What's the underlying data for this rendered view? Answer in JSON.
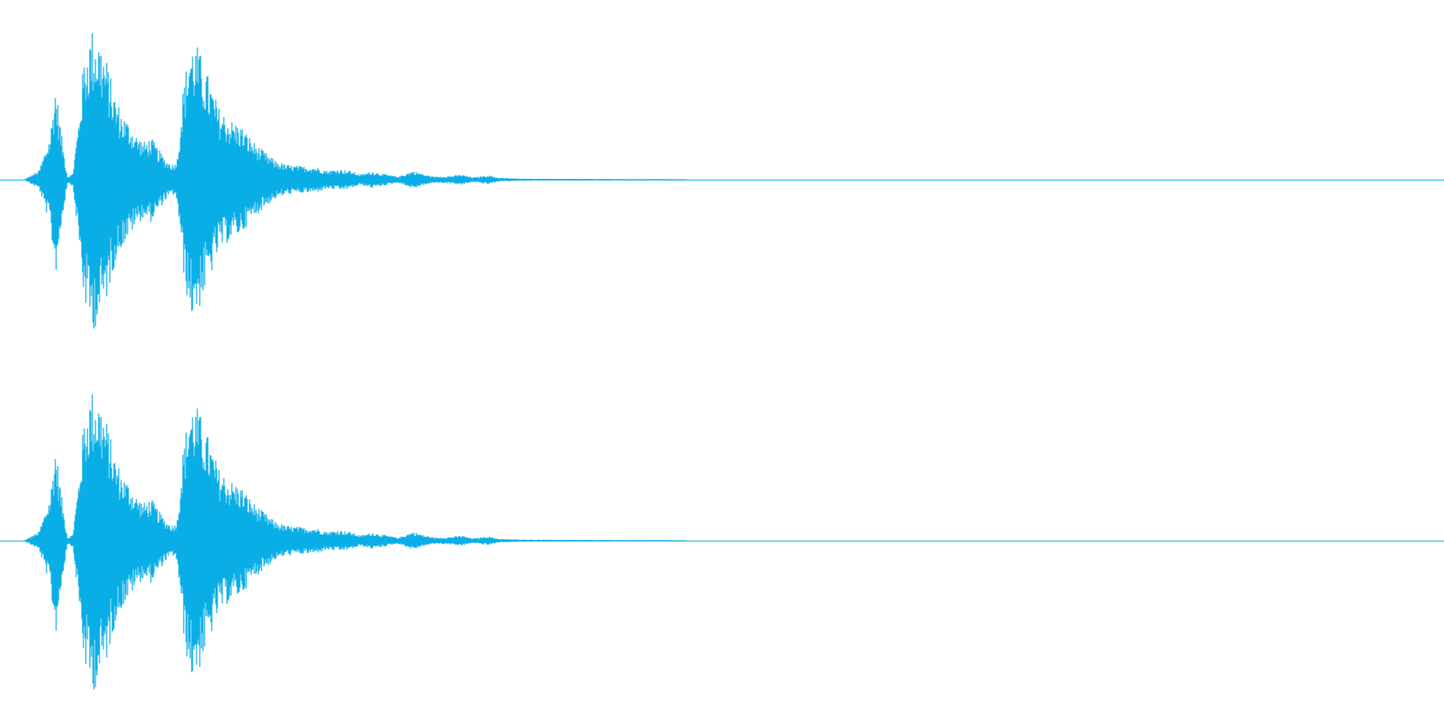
{
  "colors": {
    "waveform": "#0aaee6",
    "background": "#ffffff"
  },
  "waveform": {
    "channel_count": 2,
    "channels": [
      "left",
      "right"
    ],
    "envelope": [
      [
        0.0,
        0.0
      ],
      [
        0.02,
        0.06
      ],
      [
        0.035,
        0.3
      ],
      [
        0.042,
        0.64
      ],
      [
        0.05,
        0.3
      ],
      [
        0.058,
        0.02
      ],
      [
        0.065,
        0.04
      ],
      [
        0.072,
        0.35
      ],
      [
        0.08,
        0.8
      ],
      [
        0.09,
        1.0
      ],
      [
        0.1,
        0.95
      ],
      [
        0.11,
        0.8
      ],
      [
        0.12,
        0.58
      ],
      [
        0.13,
        0.45
      ],
      [
        0.14,
        0.38
      ],
      [
        0.15,
        0.3
      ],
      [
        0.16,
        0.25
      ],
      [
        0.17,
        0.28
      ],
      [
        0.18,
        0.2
      ],
      [
        0.19,
        0.13
      ],
      [
        0.2,
        0.1
      ],
      [
        0.205,
        0.15
      ],
      [
        0.212,
        0.58
      ],
      [
        0.222,
        0.92
      ],
      [
        0.232,
        0.88
      ],
      [
        0.245,
        0.7
      ],
      [
        0.26,
        0.48
      ],
      [
        0.275,
        0.4
      ],
      [
        0.29,
        0.36
      ],
      [
        0.305,
        0.26
      ],
      [
        0.32,
        0.19
      ],
      [
        0.335,
        0.13
      ],
      [
        0.35,
        0.1
      ],
      [
        0.37,
        0.09
      ],
      [
        0.39,
        0.085
      ],
      [
        0.405,
        0.06
      ],
      [
        0.42,
        0.07
      ],
      [
        0.435,
        0.06
      ],
      [
        0.45,
        0.035
      ],
      [
        0.465,
        0.055
      ],
      [
        0.48,
        0.04
      ],
      [
        0.5,
        0.02
      ],
      [
        0.52,
        0.06
      ],
      [
        0.535,
        0.035
      ],
      [
        0.55,
        0.02
      ],
      [
        0.57,
        0.025
      ],
      [
        0.585,
        0.035
      ],
      [
        0.6,
        0.015
      ],
      [
        0.62,
        0.03
      ],
      [
        0.635,
        0.012
      ],
      [
        0.66,
        0.008
      ],
      [
        0.7,
        0.006
      ],
      [
        0.75,
        0.005
      ],
      [
        0.8,
        0.004
      ],
      [
        0.85,
        0.004
      ],
      [
        0.88,
        0.003
      ],
      [
        0.92,
        0.0
      ],
      [
        1.0,
        0.0
      ]
    ]
  }
}
